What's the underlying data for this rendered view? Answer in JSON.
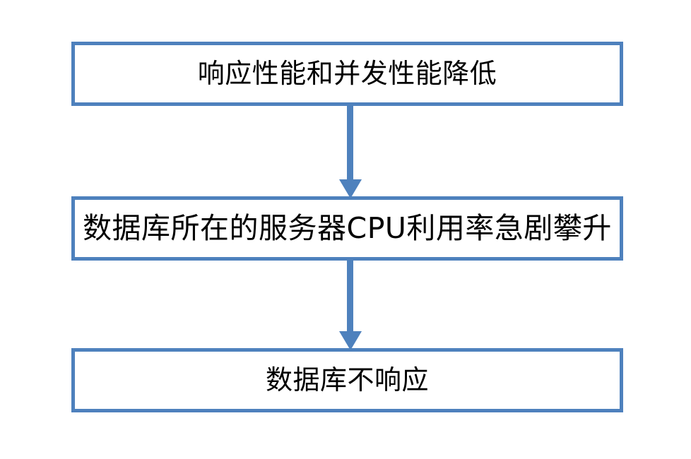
{
  "diagram": {
    "type": "flowchart",
    "orientation": "vertical-top-down",
    "background_color": "#FFFFFF",
    "accent_color": "#4E81BD",
    "text_color": "#000000",
    "nodes": [
      {
        "id": "node-1",
        "label": "响应性能和并发性能降低",
        "shape": "rectangle",
        "border_color": "#4E81BD",
        "fill_color": "#FFFFFF"
      },
      {
        "id": "node-2",
        "label": "数据库所在的服务器CPU利用率急剧攀升",
        "shape": "rectangle",
        "border_color": "#4E81BD",
        "fill_color": "#FFFFFF"
      },
      {
        "id": "node-3",
        "label": "数据库不响应",
        "shape": "rectangle",
        "border_color": "#4E81BD",
        "fill_color": "#FFFFFF"
      }
    ],
    "edges": [
      {
        "id": "edge-1",
        "from": "node-1",
        "to": "node-2",
        "icon": "down-arrow-icon",
        "color": "#4E81BD",
        "label": ""
      },
      {
        "id": "edge-2",
        "from": "node-2",
        "to": "node-3",
        "icon": "down-arrow-icon",
        "color": "#4E81BD",
        "label": ""
      }
    ]
  }
}
